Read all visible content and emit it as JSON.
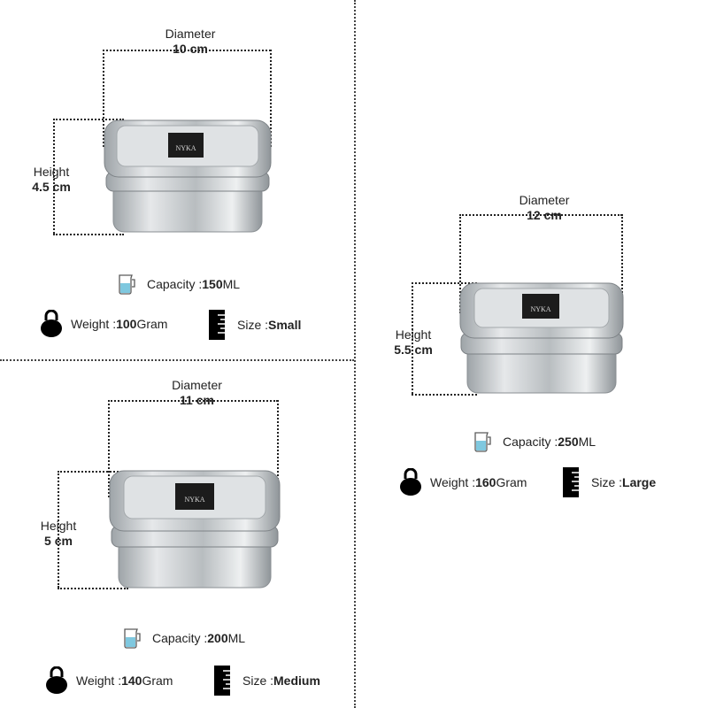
{
  "small": {
    "diameter_label": "Diameter",
    "diameter_value": "10 cm",
    "height_label": "Height",
    "height_value": "4.5 cm",
    "capacity_label": "Capacity : ",
    "capacity_value": "150",
    "capacity_unit": " ML",
    "weight_label": "Weight : ",
    "weight_value": "100",
    "weight_unit": " Gram",
    "size_label": "Size : ",
    "size_value": "Small",
    "logo_text": "NYKA"
  },
  "medium": {
    "diameter_label": "Diameter",
    "diameter_value": "11 cm",
    "height_label": "Height",
    "height_value": "5 cm",
    "capacity_label": "Capacity : ",
    "capacity_value": "200",
    "capacity_unit": " ML",
    "weight_label": "Weight : ",
    "weight_value": "140",
    "weight_unit": " Gram",
    "size_label": "Size : ",
    "size_value": "Medium",
    "logo_text": "NYKA"
  },
  "large": {
    "diameter_label": "Diameter",
    "diameter_value": "12 cm",
    "height_label": "Height",
    "height_value": "5.5 cm",
    "capacity_label": "Capacity : ",
    "capacity_value": "250",
    "capacity_unit": " ML",
    "weight_label": "Weight : ",
    "weight_value": "160",
    "weight_unit": " Gram",
    "size_label": "Size : ",
    "size_value": "Large",
    "logo_text": "NYKA"
  },
  "icons": {
    "capacity": "measuring-jug-icon",
    "weight": "kettlebell-icon",
    "size": "ruler-icon"
  },
  "colors": {
    "jug": "#7fc8df",
    "steel": "#c9cdd0",
    "logo_bg": "#1c1c1c"
  }
}
